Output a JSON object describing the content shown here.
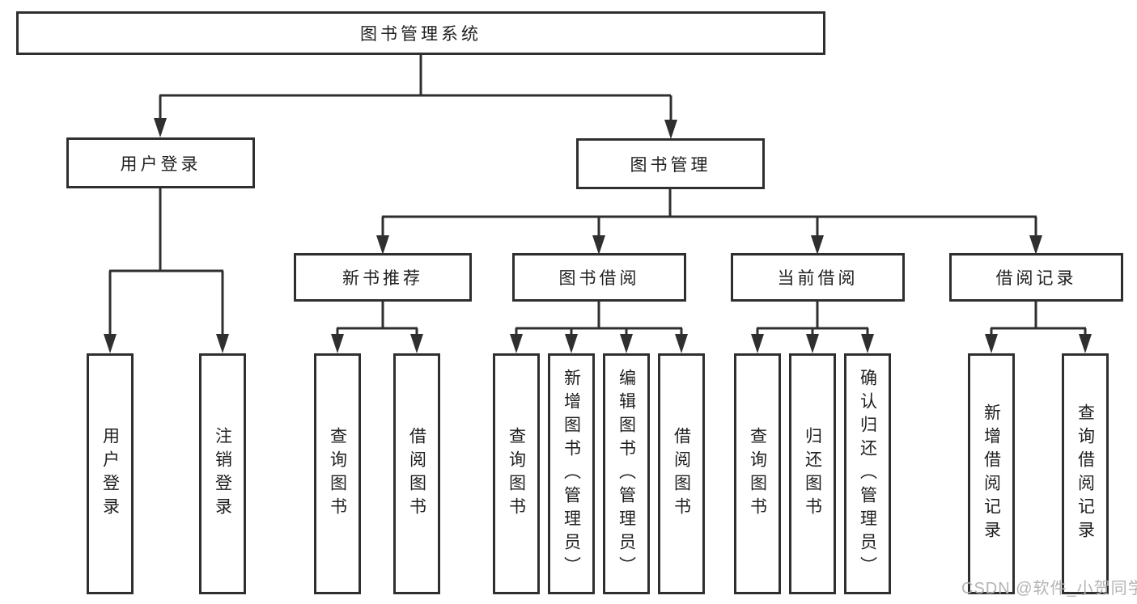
{
  "diagram": {
    "title": "图书管理系统",
    "type": "function-structure-tree",
    "colors": {
      "line": "#2f2f2f",
      "box_border": "#2f2f2f",
      "box_background": "#ffffff",
      "text": "#1f1f1f",
      "watermark": "#b4b4b4",
      "page_background": "#ffffff"
    }
  },
  "nodes": {
    "root": {
      "label": "图书管理系统",
      "level": 0
    },
    "userLogin": {
      "label": "用户登录",
      "level": 1,
      "parent": "root"
    },
    "bookMgmt": {
      "label": "图书管理",
      "level": 1,
      "parent": "root"
    },
    "newBookRec": {
      "label": "新书推荐",
      "level": 2,
      "parent": "bookMgmt"
    },
    "bookBorrow": {
      "label": "图书借阅",
      "level": 2,
      "parent": "bookMgmt"
    },
    "curBorrow": {
      "label": "当前借阅",
      "level": 2,
      "parent": "bookMgmt"
    },
    "borrowRec": {
      "label": "借阅记录",
      "level": 2,
      "parent": "bookMgmt"
    },
    "leafUserLogin": {
      "label": "用户登录",
      "level": 3,
      "parent": "userLogin"
    },
    "leafLogout": {
      "label": "注销登录",
      "level": 3,
      "parent": "userLogin"
    },
    "leafQuery1": {
      "label": "查询图书",
      "level": 3,
      "parent": "newBookRec"
    },
    "leafBorrow1": {
      "label": "借阅图书",
      "level": 3,
      "parent": "newBookRec"
    },
    "leafQuery2": {
      "label": "查询图书",
      "level": 3,
      "parent": "bookBorrow"
    },
    "leafAddBook": {
      "label": "新增图书（管理员）",
      "level": 3,
      "parent": "bookBorrow"
    },
    "leafEditBook": {
      "label": "编辑图书（管理员）",
      "level": 3,
      "parent": "bookBorrow"
    },
    "leafBorrow2": {
      "label": "借阅图书",
      "level": 3,
      "parent": "bookBorrow"
    },
    "leafQuery3": {
      "label": "查询图书",
      "level": 3,
      "parent": "curBorrow"
    },
    "leafReturn": {
      "label": "归还图书",
      "level": 3,
      "parent": "curBorrow"
    },
    "leafConfirm": {
      "label": "确认归还（管理员）",
      "level": 3,
      "parent": "curBorrow"
    },
    "leafAddRec": {
      "label": "新增借阅记录",
      "level": 3,
      "parent": "borrowRec"
    },
    "leafQueryRec": {
      "label": "查询借阅记录",
      "level": 3,
      "parent": "borrowRec"
    }
  },
  "watermark": {
    "text": "CSDN @软件_小贺同学"
  }
}
